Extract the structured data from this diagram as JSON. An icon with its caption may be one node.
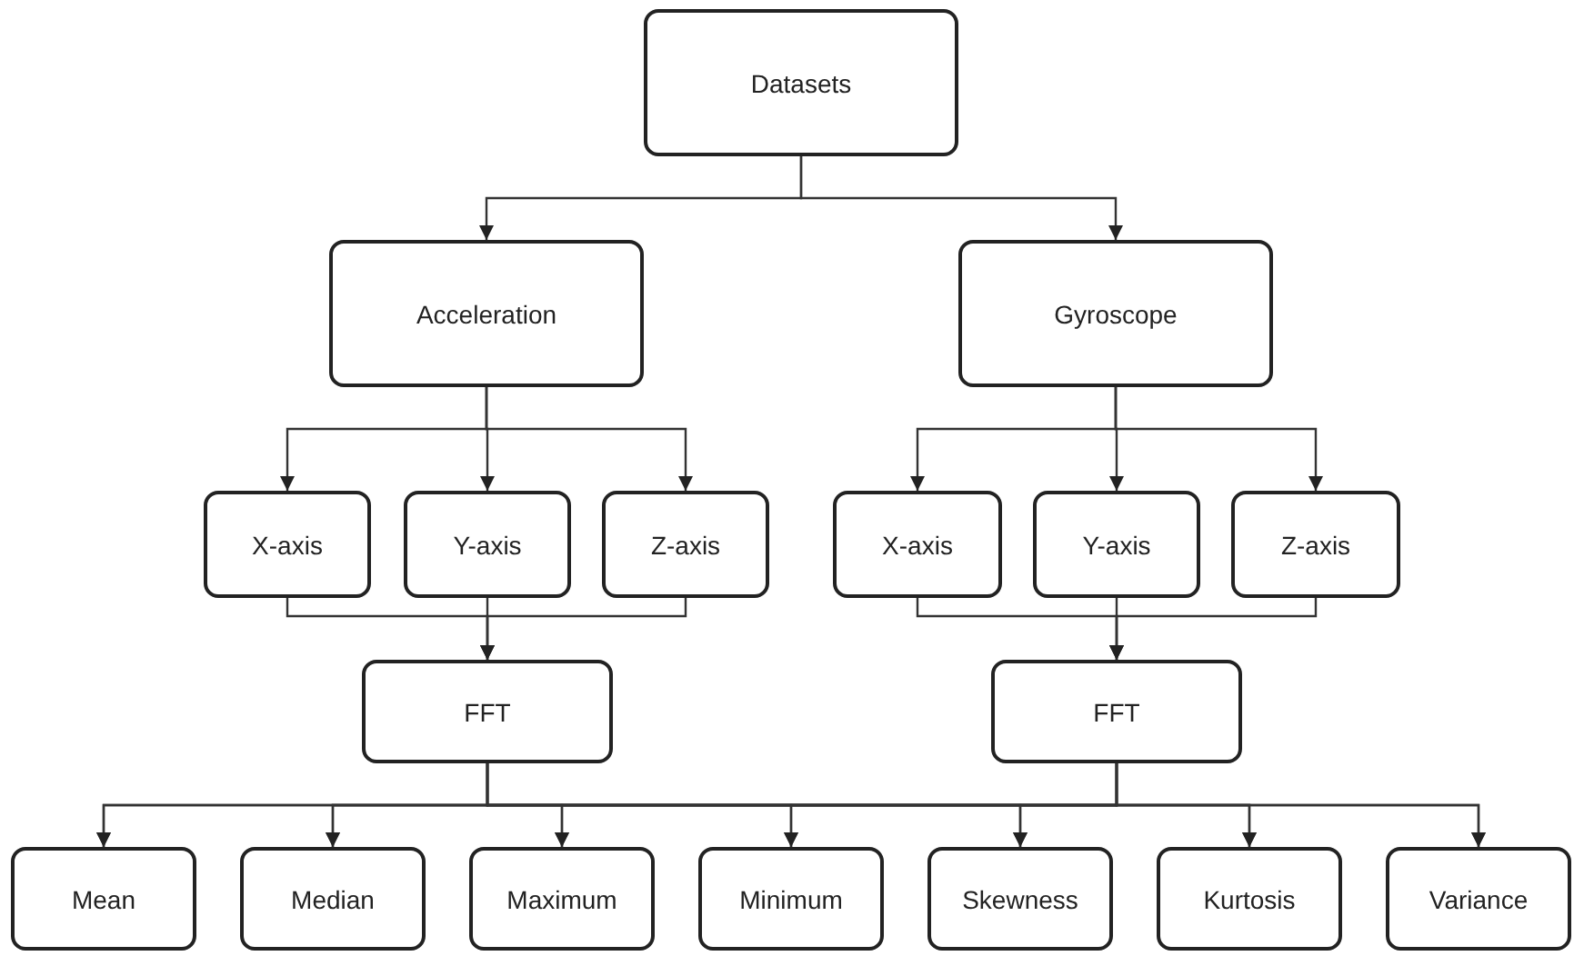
{
  "diagram": {
    "nodes": [
      {
        "text": [
          "Datasets"
        ]
      },
      {
        "text": [
          "Acceleration"
        ]
      },
      {
        "text": [
          "Gyroscope"
        ]
      },
      {
        "text": [
          "X-axis"
        ]
      },
      {
        "text": [
          "Y-axis"
        ]
      },
      {
        "text": [
          "Z-axis"
        ]
      },
      {
        "text": [
          "X-axis"
        ]
      },
      {
        "text": [
          "Y-axis"
        ]
      },
      {
        "text": [
          "Z-axis"
        ]
      },
      {
        "text": [
          "FFT"
        ]
      },
      {
        "text": [
          "FFT"
        ]
      },
      {
        "text": [
          "Mean"
        ]
      },
      {
        "text": [
          "Median"
        ]
      },
      {
        "text": [
          "Maximum"
        ]
      },
      {
        "text": [
          "Minimum"
        ]
      },
      {
        "text": [
          "Skewness"
        ]
      },
      {
        "text": [
          "Kurtosis"
        ]
      },
      {
        "text": [
          "Variance"
        ]
      }
    ],
    "edges": [
      {
        "from": 0,
        "to": 1,
        "arrow": "to"
      },
      {
        "from": 0,
        "to": 2,
        "arrow": "to"
      },
      {
        "from": 1,
        "to": 3,
        "arrow": "to"
      },
      {
        "from": 1,
        "to": 4,
        "arrow": "to"
      },
      {
        "from": 1,
        "to": 5,
        "arrow": "to"
      },
      {
        "from": 2,
        "to": 6,
        "arrow": "to"
      },
      {
        "from": 2,
        "to": 7,
        "arrow": "to"
      },
      {
        "from": 2,
        "to": 8,
        "arrow": "to"
      },
      {
        "from": 3,
        "to": 9,
        "arrow": "to"
      },
      {
        "from": 4,
        "to": 9,
        "arrow": "to"
      },
      {
        "from": 5,
        "to": 9,
        "arrow": "to"
      },
      {
        "from": 6,
        "to": 10,
        "arrow": "to"
      },
      {
        "from": 7,
        "to": 10,
        "arrow": "to"
      },
      {
        "from": 8,
        "to": 10,
        "arrow": "to"
      },
      {
        "from": 9,
        "to": 11,
        "arrow": "to"
      },
      {
        "from": 9,
        "to": 12,
        "arrow": "to"
      },
      {
        "from": 9,
        "to": 13,
        "arrow": "to"
      },
      {
        "from": 9,
        "to": 14,
        "arrow": "to"
      },
      {
        "from": 9,
        "to": 15,
        "arrow": "to"
      },
      {
        "from": 9,
        "to": 16,
        "arrow": "to"
      },
      {
        "from": 9,
        "to": 17,
        "arrow": "to"
      },
      {
        "from": 10,
        "to": 11,
        "arrow": "to"
      },
      {
        "from": 10,
        "to": 12,
        "arrow": "to"
      },
      {
        "from": 10,
        "to": 13,
        "arrow": "to"
      },
      {
        "from": 10,
        "to": 14,
        "arrow": "to"
      },
      {
        "from": 10,
        "to": 15,
        "arrow": "to"
      },
      {
        "from": 10,
        "to": 16,
        "arrow": "to"
      },
      {
        "from": 10,
        "to": 17,
        "arrow": "to"
      }
    ]
  }
}
